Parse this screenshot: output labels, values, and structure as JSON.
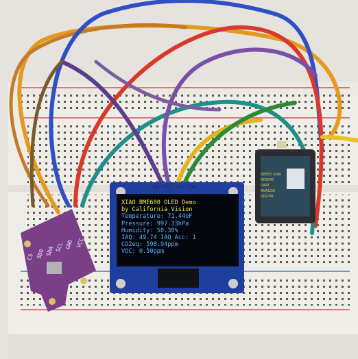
{
  "oled": {
    "line1": "XIAO BME680 OLED Demo",
    "line2": "by California Vision",
    "line3": "Temperature: 71.44oF",
    "line4": "Pressure: 997.33hPa",
    "line5": "Humidity: 50.38%",
    "line6": "IAQ: 49.74 IAQ Acc: 1",
    "line7": "CO2eq: 598.94ppm",
    "line8": "VOC: 0.50ppm"
  },
  "oled_pins": [
    "GND",
    "VCC",
    "SCL",
    "SDA"
  ],
  "bme_pins": [
    "CS",
    "SDO",
    "SDA",
    "SCL",
    "GND",
    "VCC"
  ],
  "xiao_labels": [
    "SEEED XIAO",
    "RP2040",
    "UART",
    "ANALOG",
    "DIGITAL"
  ],
  "colors": {
    "breadboard": "#efede8",
    "oled_text_yellow": "#f2e74a",
    "oled_text_blue": "#5ab8ff",
    "bme_board": "#7a3f86",
    "oled_board": "#1f3f9e",
    "xiao_board": "#2b2d33"
  }
}
